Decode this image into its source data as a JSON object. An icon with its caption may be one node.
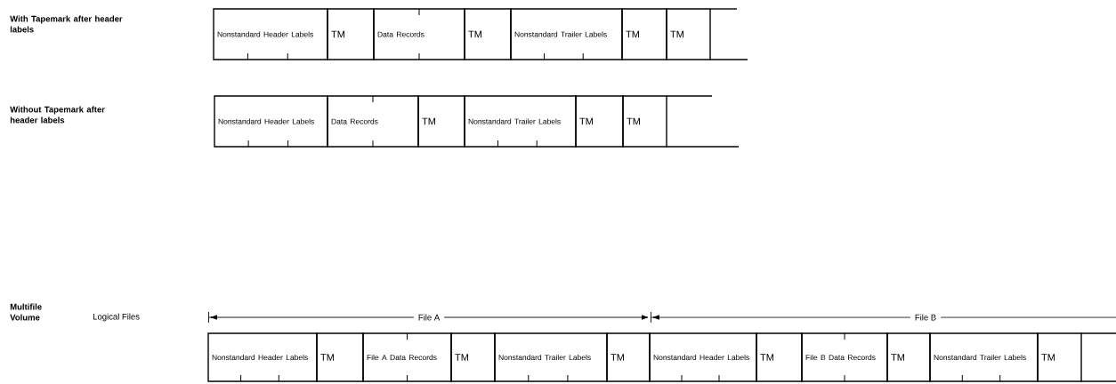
{
  "diagram": {
    "nodes": [
      {
        "text": [
          "Nonstandard Header Labels"
        ]
      },
      {
        "text": [
          "TM"
        ]
      },
      {
        "text": [
          "Data Records"
        ]
      },
      {
        "text": [
          "TM"
        ]
      },
      {
        "text": [
          "Nonstandard Trailer Labels"
        ]
      },
      {
        "text": [
          "TM"
        ]
      },
      {
        "text": [
          "TM"
        ]
      },
      {
        "text": [
          "Nonstandard Header Labels"
        ]
      },
      {
        "text": [
          "Data Records"
        ]
      },
      {
        "text": [
          "TM"
        ]
      },
      {
        "text": [
          "Nonstandard Trailer Labels"
        ]
      },
      {
        "text": [
          "TM"
        ]
      },
      {
        "text": [
          "TM"
        ]
      },
      {
        "text": [
          "Nonstandard Header Labels"
        ]
      },
      {
        "text": [
          "TM"
        ]
      },
      {
        "text": [
          "File A Data Records"
        ]
      },
      {
        "text": [
          "TM"
        ]
      },
      {
        "text": [
          "Nonstandard Trailer Labels"
        ]
      },
      {
        "text": [
          "TM"
        ]
      },
      {
        "text": [
          "Nonstandard Header Labels"
        ]
      },
      {
        "text": [
          "TM"
        ]
      },
      {
        "text": [
          "File B Data Records"
        ]
      },
      {
        "text": [
          "TM"
        ]
      },
      {
        "text": [
          "Nonstandard Trailer Labels"
        ]
      },
      {
        "text": [
          "TM"
        ]
      }
    ],
    "labels": [
      "With Tapemark after header labels",
      "Without Tapemark after header labels",
      "Multifile Volume",
      "Logical Files",
      "File A",
      "File B"
    ]
  }
}
